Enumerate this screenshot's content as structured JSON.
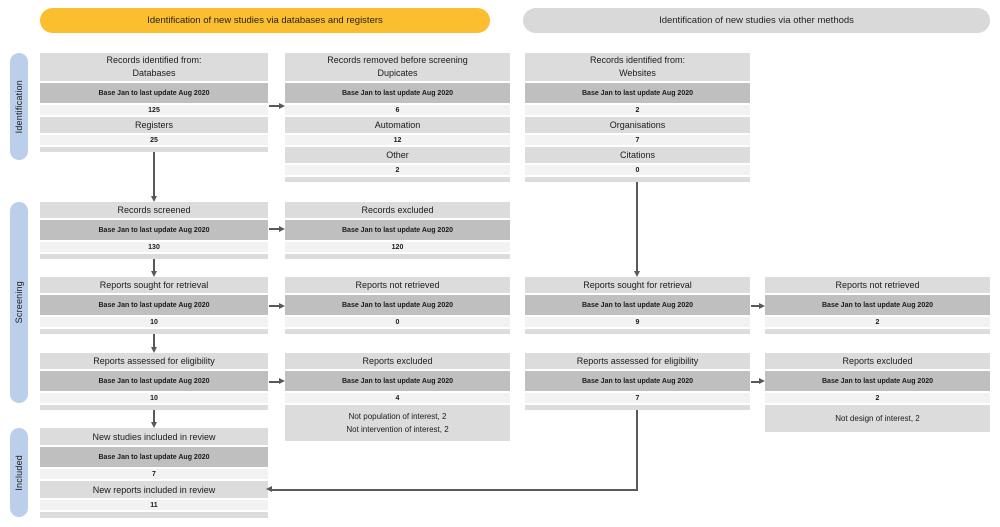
{
  "headers": {
    "databases_registers": "Identification of new studies via databases and registers",
    "other_methods": "Identification of new studies via other methods"
  },
  "stages": {
    "identification": "Identification",
    "screening": "Screening",
    "included": "Included"
  },
  "base_label": "Base Jan to last update Aug 2020",
  "colors": {
    "accent_orange": "#FBBE2E",
    "header_gray": "#D9D9D9",
    "row_light": "#DCDCDC",
    "row_dark": "#BFBFBF",
    "row_pale": "#F2F2F2",
    "stage_blue": "#BCCFEA",
    "arrow_gray": "#595959",
    "text_dark": "#1A1A1A"
  },
  "boxes": {
    "db_identified": {
      "title": "Records identified from:",
      "subtitle": "Databases",
      "value": "125",
      "rows": [
        {
          "label": "Registers",
          "value": "25"
        }
      ]
    },
    "db_removed": {
      "title": "Records removed before screening",
      "subtitle": "Dupicates",
      "value": "6",
      "rows": [
        {
          "label": "Automation",
          "value": "12"
        },
        {
          "label": "Other",
          "value": "2"
        }
      ]
    },
    "om_identified": {
      "title": "Records identified from:",
      "subtitle": "Websites",
      "value": "2",
      "rows": [
        {
          "label": "Organisations",
          "value": "7"
        },
        {
          "label": "Citations",
          "value": "0"
        }
      ]
    },
    "db_screened": {
      "title": "Records screened",
      "value": "130"
    },
    "db_excluded": {
      "title": "Records excluded",
      "value": "120"
    },
    "db_sought": {
      "title": "Reports sought for retrieval",
      "value": "10"
    },
    "db_not_retrieved": {
      "title": "Reports not retrieved",
      "value": "0"
    },
    "om_sought": {
      "title": "Reports sought for retrieval",
      "value": "9"
    },
    "om_not_retrieved": {
      "title": "Reports not retrieved",
      "value": "2"
    },
    "db_assessed": {
      "title": "Reports assessed for eligibility",
      "value": "10"
    },
    "db_reports_excluded": {
      "title": "Reports excluded",
      "value": "4",
      "reasons": [
        "Not population of interest, 2",
        "Not intervention of interest, 2"
      ]
    },
    "om_assessed": {
      "title": "Reports assessed for eligibility",
      "value": "7"
    },
    "om_reports_excluded": {
      "title": "Reports excluded",
      "value": "2",
      "reasons": [
        "Not design of interest, 2"
      ]
    },
    "included": {
      "title": "New studies included in review",
      "value": "7",
      "title2": "New reports included in review",
      "value2": "11"
    }
  }
}
